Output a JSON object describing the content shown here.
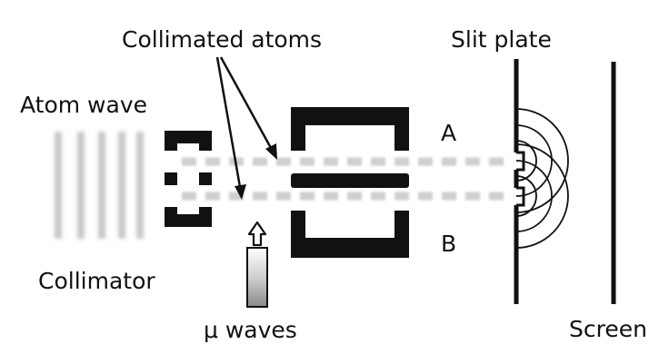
{
  "labels": {
    "collimated_atoms": "Collimated atoms",
    "atom_wave": "Atom wave",
    "collimator": "Collimator",
    "microwaves": "μ waves",
    "slit_plate": "Slit plate",
    "slit_a": "A",
    "slit_b": "B",
    "screen": "Screen"
  },
  "colors": {
    "ink": "#111111",
    "wavefront": "#c8c8c8",
    "beam": "#cfcfcf",
    "background": "#ffffff"
  }
}
